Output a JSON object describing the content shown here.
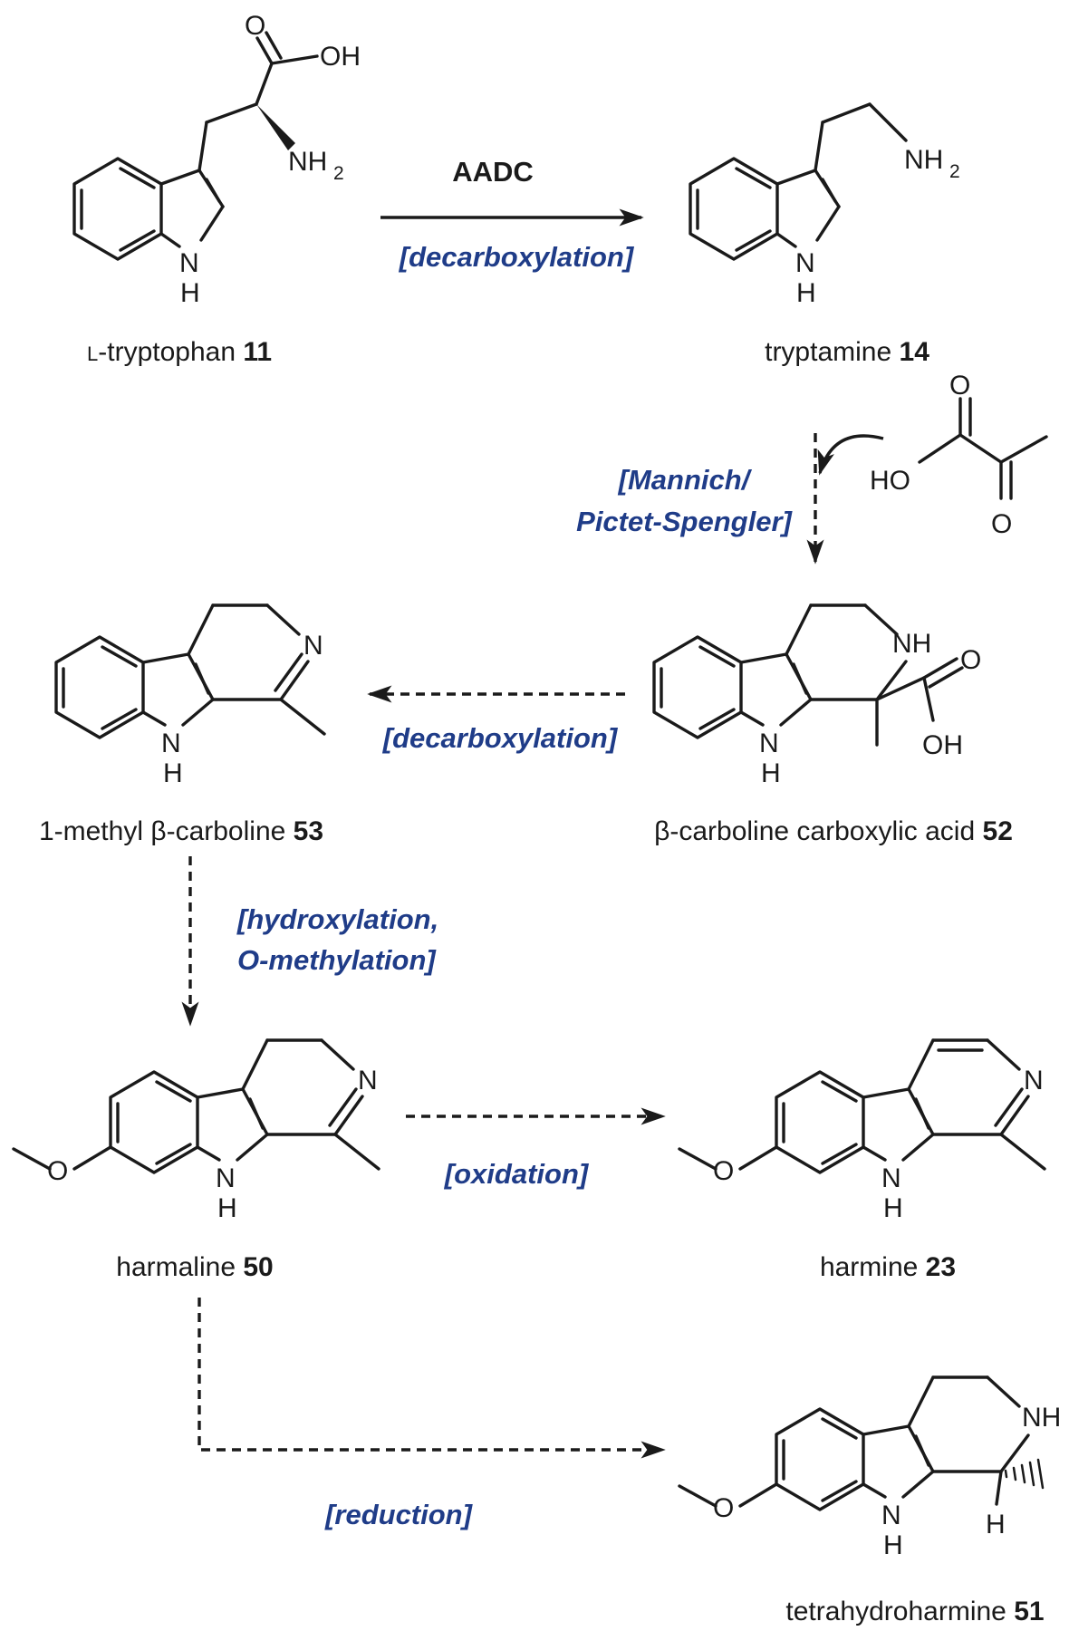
{
  "compounds": {
    "tryptophan": {
      "name": "L-tryptophan",
      "name_prefix": "L",
      "name_rest": "-tryptophan",
      "number": "11"
    },
    "tryptamine": {
      "name": "tryptamine",
      "number": "14"
    },
    "beta_carboline_53": {
      "name": "1-methyl β-carboline",
      "number": "53"
    },
    "beta_carboline_acid_52": {
      "name": "β-carboline carboxylic acid",
      "number": "52"
    },
    "harmaline": {
      "name": "harmaline",
      "number": "50"
    },
    "harmine": {
      "name": "harmine",
      "number": "23"
    },
    "tetrahydroharmine": {
      "name": "tetrahydroharmine",
      "number": "51"
    }
  },
  "arrows": {
    "step1": {
      "enzyme": "AADC",
      "label": "[decarboxylation]",
      "style": "solid"
    },
    "step2": {
      "label_line1": "[Mannich/",
      "label_line2": "Pictet-Spengler]",
      "style": "dashed"
    },
    "step3": {
      "label": "[decarboxylation]",
      "style": "dashed"
    },
    "step4": {
      "label_line1": "[hydroxylation,",
      "label_line2": "O-methylation]",
      "style": "dashed"
    },
    "step5": {
      "label": "[oxidation]",
      "style": "dashed"
    },
    "step6": {
      "label": "[reduction]",
      "style": "dashed"
    }
  },
  "atom_labels": {
    "O": "O",
    "OH": "OH",
    "HO": "HO",
    "NH": "NH",
    "N": "N",
    "H": "H",
    "NH2_main": "NH",
    "sub2": "2"
  },
  "colors": {
    "reaction_label": "#1f3c88",
    "structure": "#1a1a1a",
    "background": "#ffffff"
  }
}
